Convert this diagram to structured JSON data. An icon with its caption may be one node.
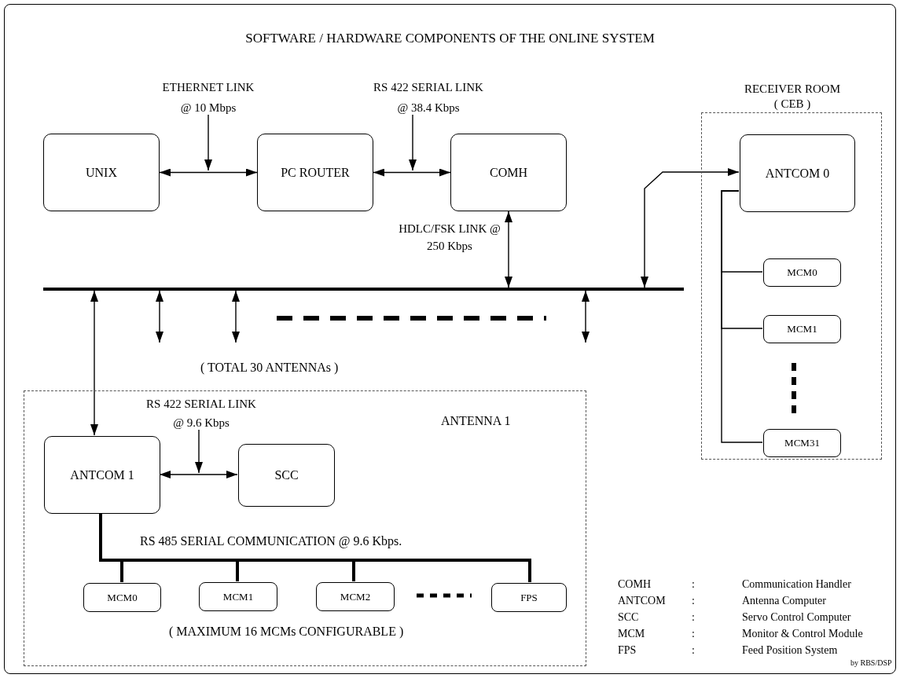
{
  "diagram": {
    "title": "SOFTWARE / HARDWARE COMPONENTS OF THE ONLINE SYSTEM",
    "nodes": [
      {
        "text": [
          "UNIX"
        ]
      },
      {
        "text": [
          "PC ROUTER"
        ]
      },
      {
        "text": [
          "COMH"
        ]
      },
      {
        "text": [],
        "shape": "bar"
      },
      {
        "text": [
          "RECEIVER ROOM ( CEB )"
        ]
      },
      {
        "text": [
          "ANTCOM 0"
        ],
        "in": 4
      },
      {
        "text": [
          "MCM0"
        ],
        "in": 4
      },
      {
        "text": [
          "MCM1"
        ],
        "in": 4
      },
      {
        "text": [
          "MCM31"
        ],
        "in": 4
      },
      {
        "text": [
          "ANTENNA 1"
        ]
      },
      {
        "text": [
          "ANTCOM 1"
        ],
        "in": 9
      },
      {
        "text": [
          "SCC"
        ],
        "in": 9
      },
      {
        "text": [
          "MCM0"
        ],
        "in": 9
      },
      {
        "text": [
          "MCM1"
        ],
        "in": 9
      },
      {
        "text": [
          "MCM2"
        ],
        "in": 9
      },
      {
        "text": [
          "FPS"
        ],
        "in": 9
      },
      {
        "text": [
          "ETHERNET LINK",
          "@ 10 Mbps"
        ]
      },
      {
        "text": [
          "RS 422 SERIAL LINK",
          "@ 38.4 Kbps"
        ]
      },
      {
        "text": [
          "RS 422 SERIAL LINK",
          "@ 9.6 Kbps"
        ],
        "in": 9
      }
    ],
    "edges": [
      {
        "from": 0,
        "to": 1,
        "arrow": "both"
      },
      {
        "from": 1,
        "to": 2,
        "arrow": "both"
      },
      {
        "from": 2,
        "to": 3,
        "arrow": "both",
        "label": "HDLC/FSK LINK @ 250 Kbps"
      },
      {
        "from": 3,
        "to": 5,
        "arrow": "both"
      },
      {
        "from": 5,
        "to": 6,
        "arrow": "none"
      },
      {
        "from": 5,
        "to": 7,
        "arrow": "none"
      },
      {
        "from": 5,
        "to": 8,
        "arrow": "none"
      },
      {
        "from": 3,
        "to": 10,
        "arrow": "both"
      },
      {
        "from": 3,
        "to": null,
        "arrow": "both"
      },
      {
        "from": 3,
        "to": null,
        "arrow": "both"
      },
      {
        "from": 3,
        "to": null,
        "arrow": "both"
      },
      {
        "from": 10,
        "to": 11,
        "arrow": "both"
      },
      {
        "from": 10,
        "to": 12,
        "arrow": "none",
        "style": "thick"
      },
      {
        "from": 10,
        "to": 13,
        "arrow": "none",
        "style": "thick"
      },
      {
        "from": 10,
        "to": 14,
        "arrow": "none",
        "style": "thick"
      },
      {
        "from": 10,
        "to": 15,
        "arrow": "none",
        "style": "thick"
      },
      {
        "from": 16,
        "to": null,
        "arrow": "to"
      },
      {
        "from": 17,
        "to": null,
        "arrow": "to"
      },
      {
        "from": 18,
        "to": null,
        "arrow": "to"
      }
    ],
    "labels": [
      "( TOTAL 30 ANTENNAs )",
      "RS 485 SERIAL COMMUNICATION @ 9.6 Kbps.",
      "( MAXIMUM 16 MCMs CONFIGURABLE )",
      "COMH",
      ":",
      "Communication Handler",
      "ANTCOM",
      ":",
      "Antenna Computer",
      "SCC",
      ":",
      "Servo Control Computer",
      "MCM",
      ":",
      "Monitor & Control Module",
      "FPS",
      ":",
      "Feed Position System",
      "by RBS/DSP"
    ]
  }
}
